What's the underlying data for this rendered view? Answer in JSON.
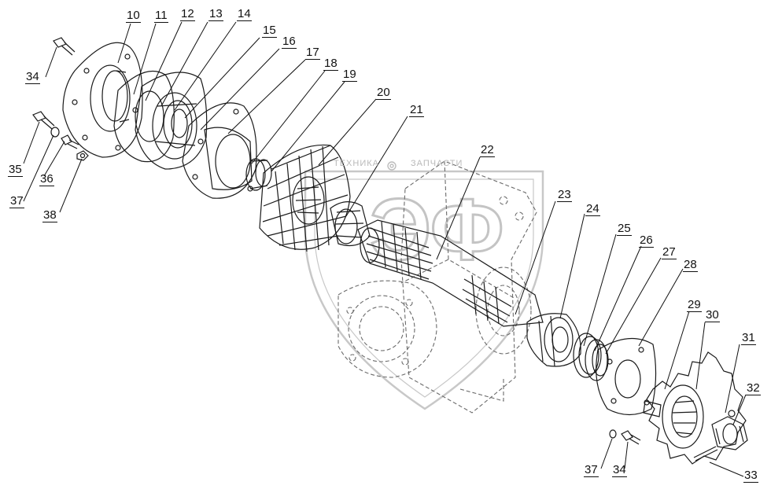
{
  "callouts": [
    "10",
    "11",
    "12",
    "13",
    "14",
    "15",
    "16",
    "17",
    "18",
    "19",
    "20",
    "21",
    "22",
    "23",
    "24",
    "25",
    "26",
    "27",
    "28",
    "29",
    "30",
    "31",
    "32",
    "33",
    "34",
    "35",
    "36",
    "37",
    "38",
    "37",
    "34"
  ],
  "watermark": {
    "text_left": "ТЕХНИКА",
    "text_right": "ЗАПЧАСТИ",
    "logo_letters": "ЭФ"
  },
  "colors": {
    "ink": "#111111",
    "watermark": "#c4c4c4"
  }
}
